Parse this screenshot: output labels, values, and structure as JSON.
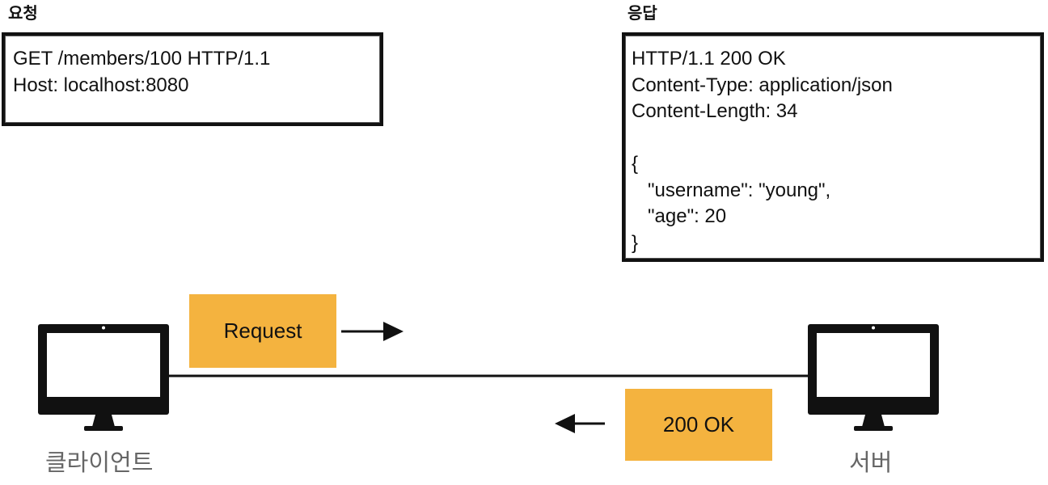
{
  "request": {
    "label": "요청",
    "lines": [
      "GET /members/100 HTTP/1.1",
      "Host: localhost:8080"
    ]
  },
  "response": {
    "label": "응답",
    "lines": [
      "HTTP/1.1 200 OK",
      "Content-Type: application/json",
      "Content-Length: 34",
      "",
      "{",
      "   \"username\": \"young\",",
      "   \"age\": 20",
      "}"
    ]
  },
  "flow": {
    "request_tag": "Request",
    "response_tag": "200 OK"
  },
  "client": {
    "label": "클라이언트",
    "icon": "monitor-icon"
  },
  "server": {
    "label": "서버",
    "icon": "monitor-icon"
  },
  "colors": {
    "tag_fill": "#f4b33f",
    "outline": "#111111",
    "caption": "#666666"
  }
}
